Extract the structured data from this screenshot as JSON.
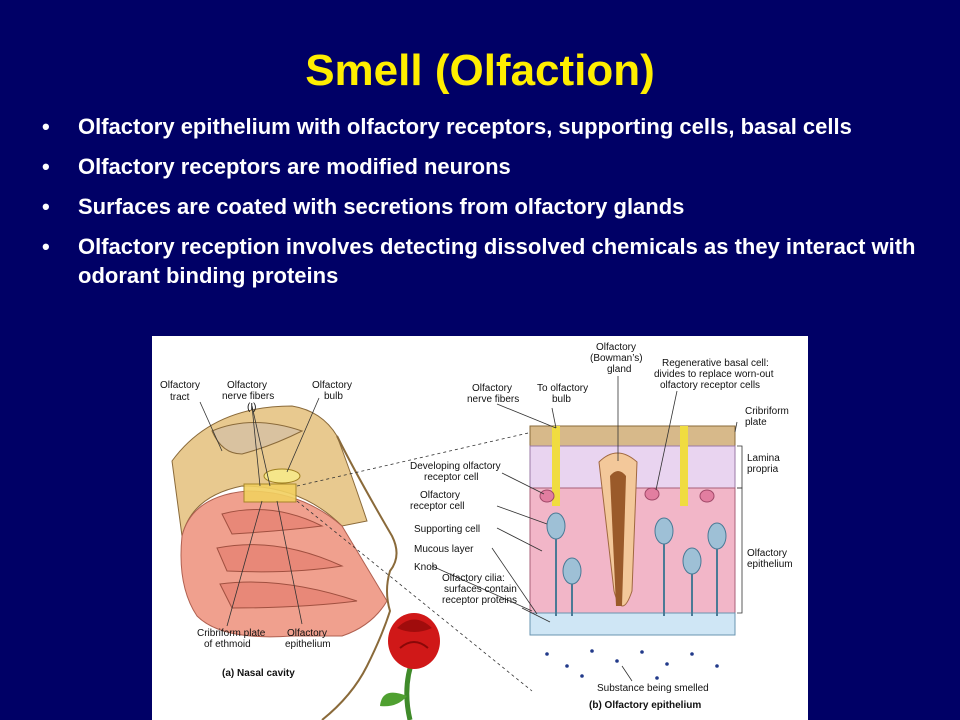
{
  "slide": {
    "title": "Smell (Olfaction)",
    "bullets": [
      "Olfactory epithelium with olfactory receptors, supporting cells, basal cells",
      "Olfactory receptors are modified neurons",
      "Surfaces are coated with secretions from olfactory glands",
      "Olfactory reception involves detecting dissolved chemicals as they interact with odorant binding proteins"
    ]
  },
  "figure": {
    "nasal_labels": {
      "olfactory_tract": [
        "Olfactory",
        "tract"
      ],
      "olfactory_nerve_fibers": [
        "Olfactory",
        "nerve fibers",
        "(I)"
      ],
      "olfactory_bulb": [
        "Olfactory",
        "bulb"
      ],
      "cribriform_plate_ethmoid": [
        "Cribriform plate",
        "of ethmoid"
      ],
      "olfactory_epithelium": [
        "Olfactory",
        "epithelium"
      ]
    },
    "epithelium_labels": {
      "olfactory_nerve_fibers": [
        "Olfactory",
        "nerve fibers"
      ],
      "to_olfactory_bulb": [
        "To olfactory",
        "bulb"
      ],
      "bowmans_gland": [
        "Olfactory",
        "(Bowman’s)",
        "gland"
      ],
      "regenerative_basal_cell": [
        "Regenerative basal cell:",
        "divides to replace worn-out",
        "olfactory receptor cells"
      ],
      "cribriform_plate": [
        "Cribriform",
        "plate"
      ],
      "lamina_propria": [
        "Lamina",
        "propria"
      ],
      "developing_receptor": [
        "Developing olfactory",
        "receptor cell"
      ],
      "receptor_cell": [
        "Olfactory",
        "receptor cell"
      ],
      "supporting_cell": "Supporting cell",
      "mucous_layer": "Mucous layer",
      "knob": "Knob",
      "olfactory_cilia": [
        "Olfactory cilia:",
        "surfaces contain",
        "receptor proteins"
      ],
      "olfactory_epithelium_right": [
        "Olfactory",
        "epithelium"
      ],
      "substance_smelled": "Substance being smelled"
    },
    "captions": {
      "a": "(a) Nasal cavity",
      "b": "(b) Olfactory epithelium"
    }
  }
}
